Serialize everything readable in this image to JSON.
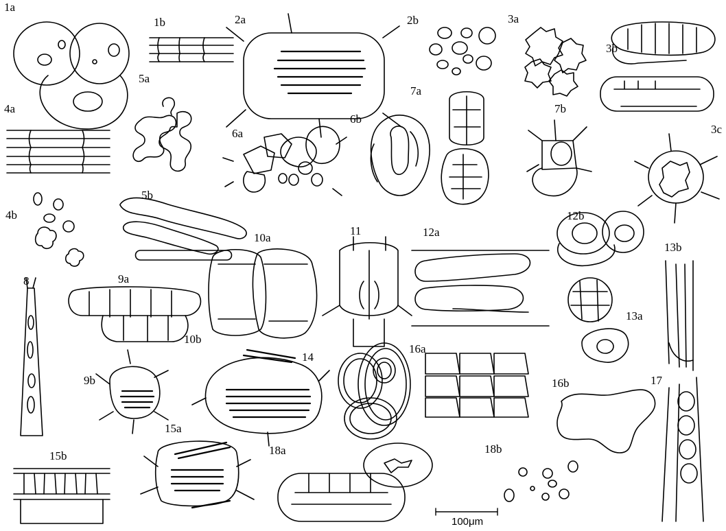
{
  "figure_labels": {
    "f1a": "1a",
    "f1b": "1b",
    "f2a": "2a",
    "f2b": "2b",
    "f3a": "3a",
    "f3b": "3b",
    "f3c": "3c",
    "f4a": "4a",
    "f4b": "4b",
    "f5a": "5a",
    "f5b": "5b",
    "f6a": "6a",
    "f6b": "6b",
    "f7a": "7a",
    "f7b": "7b",
    "f8": "8",
    "f9a": "9a",
    "f9b": "9b",
    "f10a": "10a",
    "f10b": "10b",
    "f11": "11",
    "f12a": "12a",
    "f12b": "12b",
    "f13a": "13a",
    "f13b": "13b",
    "f14": "14",
    "f15a": "15a",
    "f15b": "15b",
    "f16a": "16a",
    "f16b": "16b",
    "f17": "17",
    "f18a": "18a",
    "f18b": "18b"
  },
  "scale_bar": {
    "label": "100μm"
  }
}
